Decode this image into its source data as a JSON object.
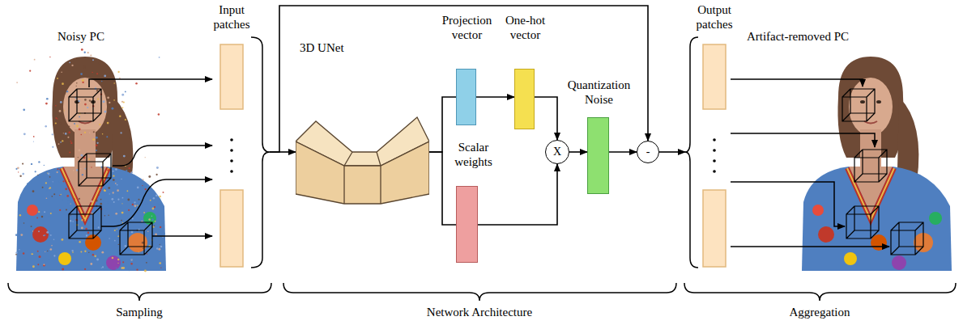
{
  "diagram": {
    "nodes": [
      {
        "text": [
          "Input patches"
        ]
      },
      {
        "text": [
          "3D UNet"
        ]
      },
      {
        "text": [
          "Projection vector"
        ]
      },
      {
        "text": [
          "Scalar weights"
        ]
      },
      {
        "text": [
          "One-hot vector"
        ]
      },
      {
        "text": [
          "X"
        ]
      },
      {
        "text": [
          "Quantization Noise"
        ]
      },
      {
        "text": [
          "-"
        ]
      },
      {
        "text": [
          "Output patches"
        ]
      }
    ],
    "edges": [
      {
        "from": 0,
        "to": 1,
        "arrow": "to"
      },
      {
        "from": 0,
        "to": 7,
        "arrow": "to"
      },
      {
        "from": 1,
        "to": 2,
        "arrow": "none"
      },
      {
        "from": 1,
        "to": 3,
        "arrow": "none"
      },
      {
        "from": 2,
        "to": 4,
        "arrow": "to"
      },
      {
        "from": 4,
        "to": 5,
        "arrow": "to"
      },
      {
        "from": 3,
        "to": 5,
        "arrow": "to"
      },
      {
        "from": 5,
        "to": 6,
        "arrow": "to"
      },
      {
        "from": 6,
        "to": 7,
        "arrow": "to"
      },
      {
        "from": 7,
        "to": 8,
        "arrow": "to"
      }
    ],
    "labels": [
      "Noisy PC",
      "Artifact-removed PC",
      "Sampling",
      "Network Architecture",
      "Aggregation"
    ]
  }
}
